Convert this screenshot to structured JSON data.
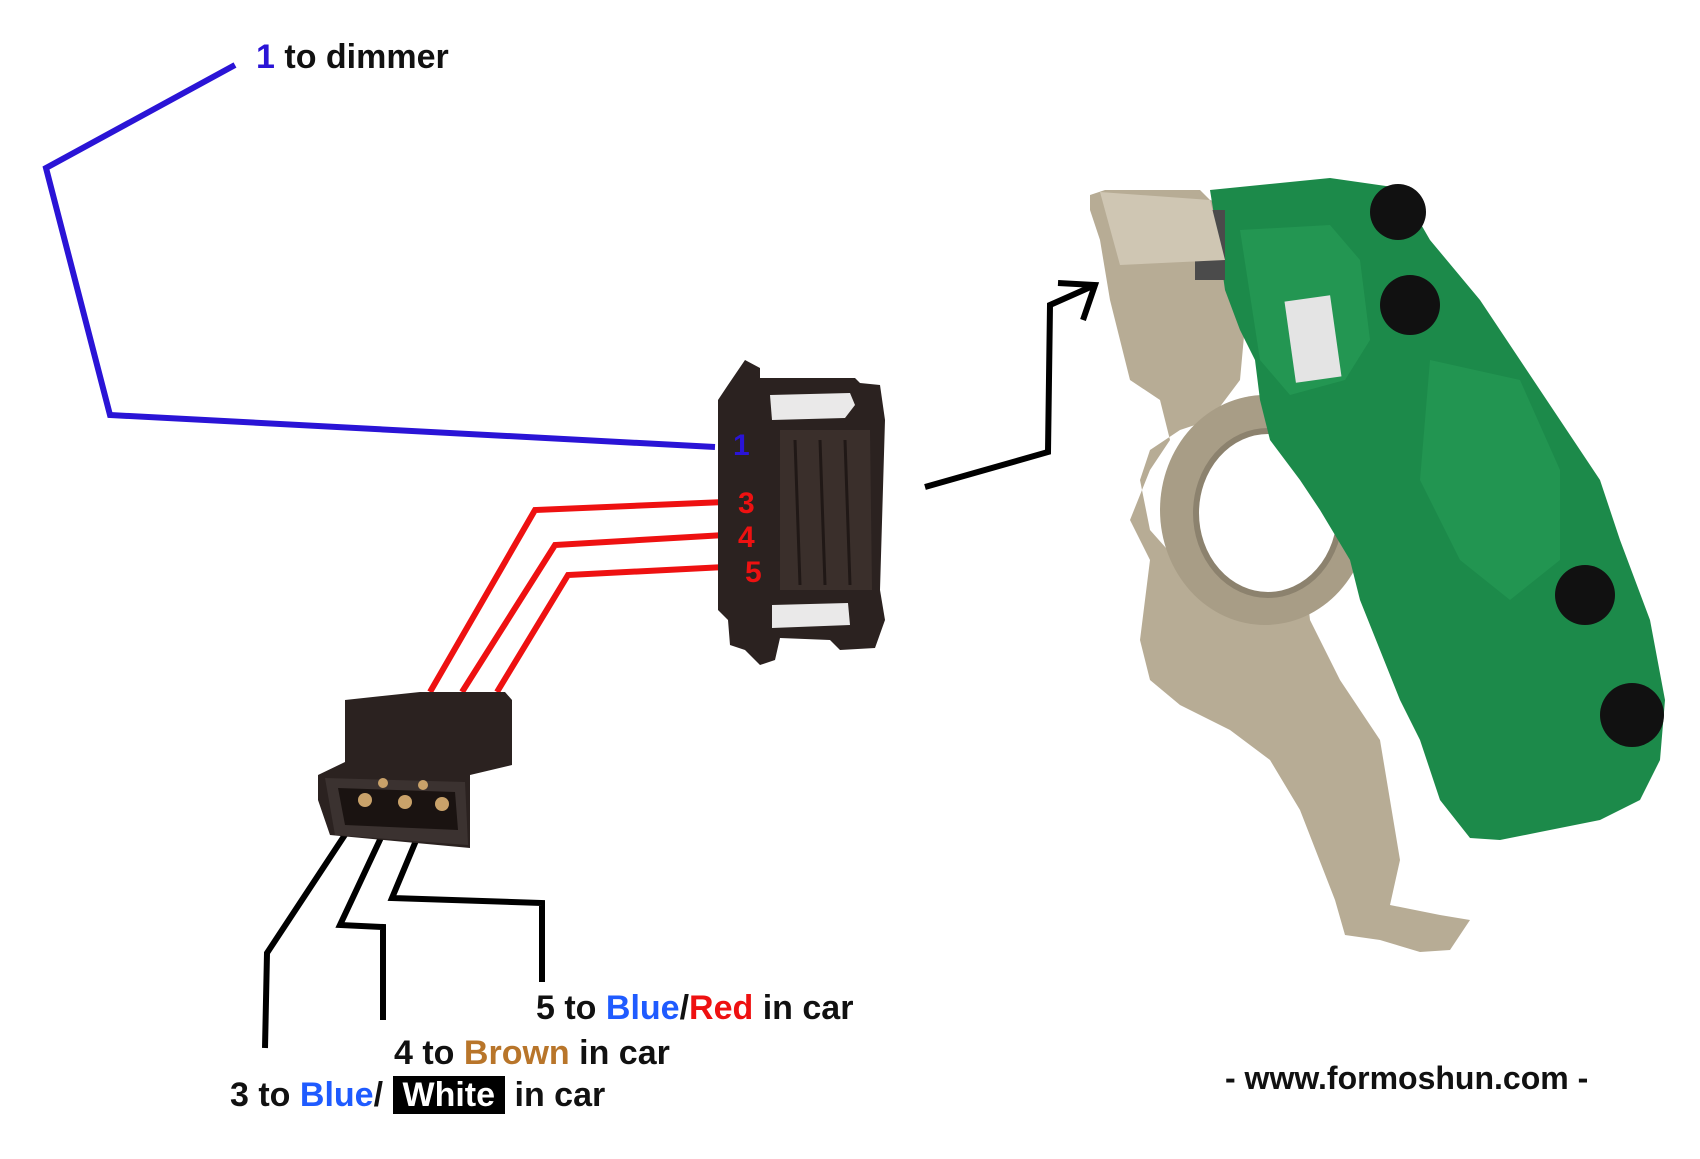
{
  "colors": {
    "wire_dimmer": "#2a14d6",
    "wire_red": "#ee1111",
    "wire_black": "#000000",
    "blue_text": "#1f5bff",
    "red_text": "#ee1111",
    "brown_text": "#b8752a",
    "pcb_green": "#1c8a4a",
    "housing_tan": "#b7ac95",
    "connector_dark": "#2b2220"
  },
  "labels": {
    "dimmer": {
      "num": "1",
      "text": " to dimmer"
    },
    "pins": {
      "p1": "1",
      "p3": "3",
      "p4": "4",
      "p5": "5"
    },
    "wire5": {
      "prefix": "5 to ",
      "c1": "Blue",
      "sep": "/",
      "c2": "Red",
      "suffix": " in car"
    },
    "wire4": {
      "prefix": "4 to ",
      "c1": "Brown",
      "suffix": " in car"
    },
    "wire3": {
      "prefix": "3 to ",
      "c1": "Blue",
      "sep": "/ ",
      "c2": "White",
      "suffix": " in car"
    },
    "website": "- www.formoshun.com -"
  },
  "icons": {
    "arrow": "arrow-right-up-icon",
    "connector_large": "connector-6pin-icon",
    "connector_small": "connector-3pin-icon",
    "switch_housing": "combination-switch-pcb-icon"
  }
}
